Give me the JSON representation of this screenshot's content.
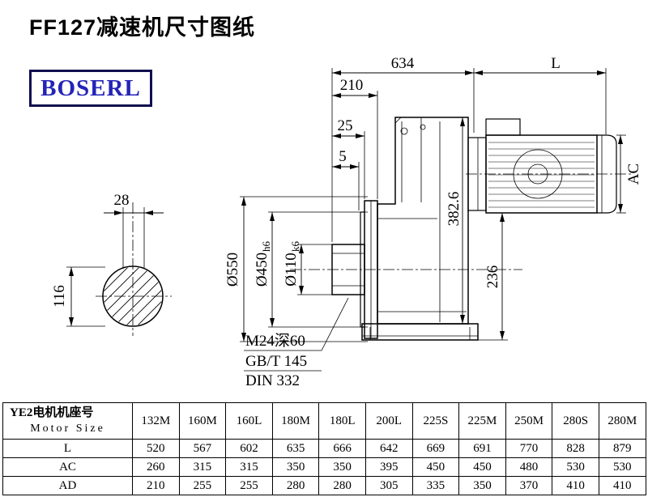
{
  "page": {
    "title": "FF127减速机尺寸图纸"
  },
  "brand": {
    "name": "BOSERL",
    "color": "#2424b8"
  },
  "drawing": {
    "dims": {
      "total_length": "634",
      "motor_length": "L",
      "d210": "210",
      "d25": "25",
      "d5": "5",
      "ac": "AC",
      "key_width": "28",
      "shaft_diameter": "116",
      "flange_diameter": "Ø550",
      "spigot_diameter": "Ø450",
      "spigot_tolerance": "h6",
      "bore_diameter": "Ø110",
      "bore_tolerance": "k6",
      "height_382": "382.6",
      "d236": "236"
    },
    "notes": {
      "tapped_hole": "M24深60",
      "standard_1": "GB/T 145",
      "standard_2": "DIN 332"
    }
  },
  "table": {
    "header_cn": "YE2电机机座号",
    "header_en": "Motor Size",
    "columns": [
      "132M",
      "160M",
      "160L",
      "180M",
      "180L",
      "200L",
      "225S",
      "225M",
      "250M",
      "280S",
      "280M"
    ],
    "rows": [
      {
        "label": "L",
        "values": [
          "520",
          "567",
          "602",
          "635",
          "666",
          "642",
          "669",
          "691",
          "770",
          "828",
          "879"
        ]
      },
      {
        "label": "AC",
        "values": [
          "260",
          "315",
          "315",
          "350",
          "350",
          "395",
          "450",
          "450",
          "480",
          "530",
          "530"
        ]
      },
      {
        "label": "AD",
        "values": [
          "210",
          "255",
          "255",
          "280",
          "280",
          "305",
          "335",
          "350",
          "370",
          "410",
          "410"
        ]
      }
    ]
  }
}
